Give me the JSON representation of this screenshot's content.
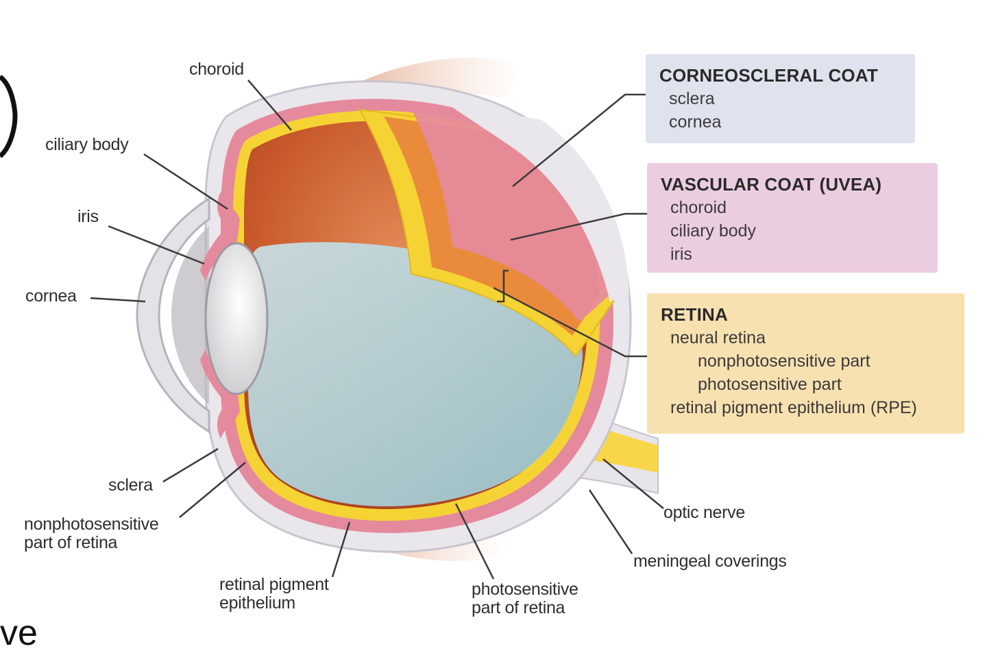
{
  "labels": {
    "choroid": "choroid",
    "ciliary_body": "ciliary body",
    "iris": "iris",
    "cornea": "cornea",
    "sclera": "sclera",
    "nonphotosensitive_1": "nonphotosensitive",
    "nonphotosensitive_2": "part of retina",
    "rpe_1": "retinal pigment",
    "rpe_2": "epithelium",
    "photo_1": "photosensitive",
    "photo_2": "part of retina",
    "optic_nerve": "optic nerve",
    "meningeal": "meningeal coverings"
  },
  "boxes": {
    "corneoscleral": {
      "title": "CORNEOSCLERAL COAT",
      "items": [
        "sclera",
        "cornea"
      ]
    },
    "vascular": {
      "title": "VASCULAR COAT (UVEA)",
      "items": [
        "choroid",
        "ciliary body",
        "iris"
      ]
    },
    "retina": {
      "title": "RETINA",
      "item1": "neural retina",
      "sub1": "nonphotosensitive part",
      "sub2": "photosensitive part",
      "item2": "retinal pigment epithelium (RPE)"
    }
  },
  "fragment_bottom": "ve",
  "colors": {
    "corneoscleral_box": "#dfe3ee",
    "vascular_box": "#ebcde2",
    "retina_box": "#f8e1b1",
    "retina_yellow": "#f6d335",
    "choroid_pink": "#e48a9c",
    "vitreous_blue": "#a9ccd3",
    "interior_orange": "#c8552b"
  }
}
